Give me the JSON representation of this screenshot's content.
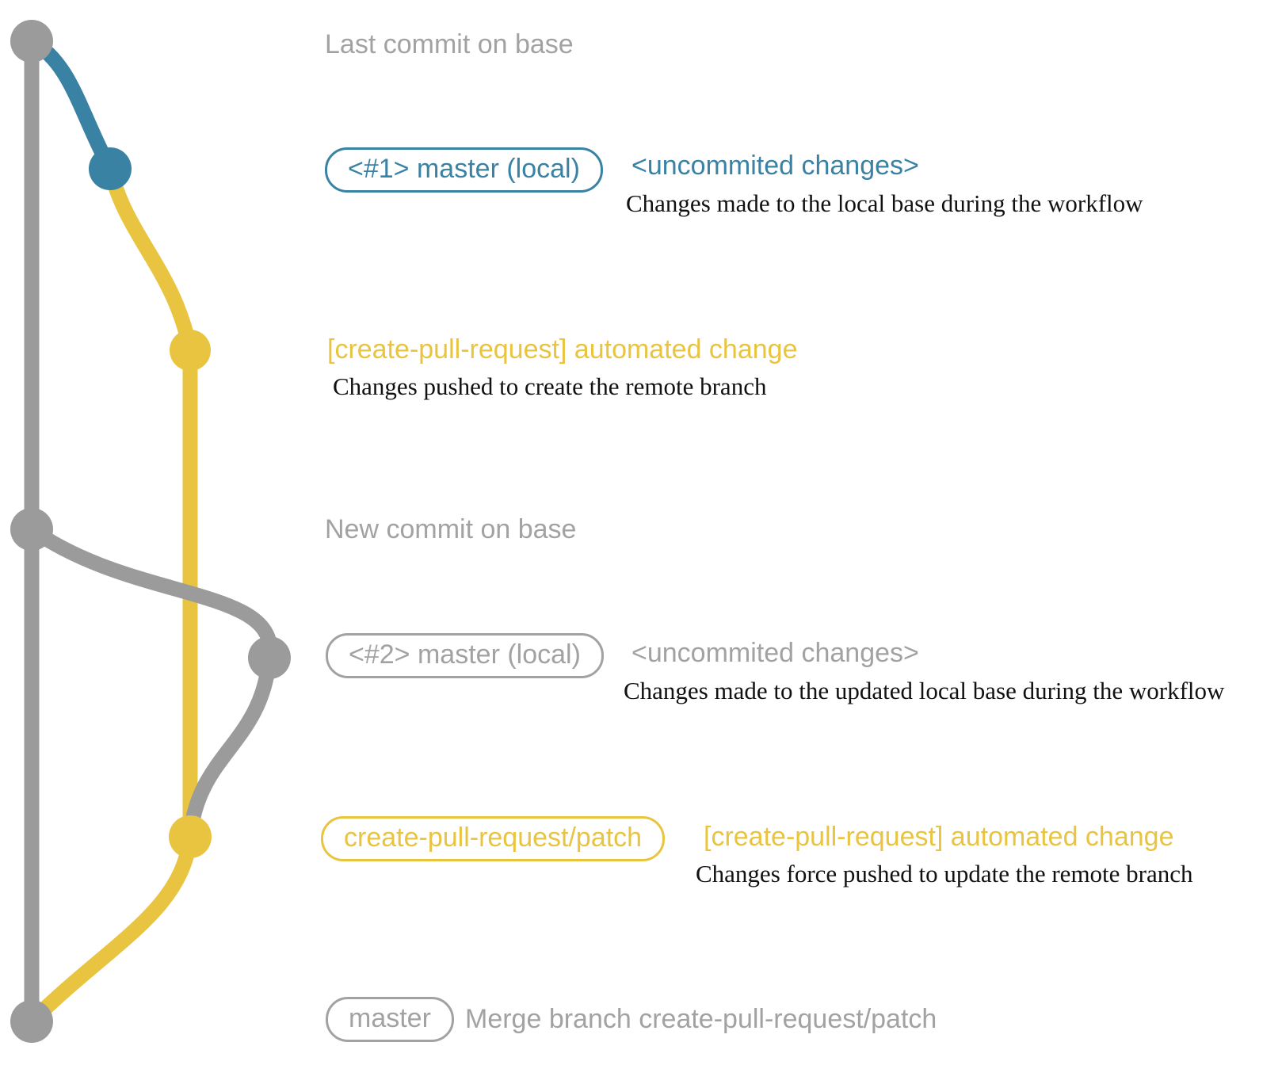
{
  "colors": {
    "gray": "#9b9b9b",
    "blue": "#3a82a4",
    "yellow": "#e9c440",
    "label_gray": "#a2a2a2",
    "note_black": "#111111"
  },
  "rows": {
    "row1": {
      "label": "Last commit on base"
    },
    "row2": {
      "badge": "<#1> master (local)",
      "side": "<uncommited changes>",
      "note": "Changes made to the local base during the workflow"
    },
    "row3": {
      "side": "[create-pull-request] automated change",
      "note": "Changes pushed to create the remote branch"
    },
    "row4": {
      "label": "New commit on base"
    },
    "row5": {
      "badge": "<#2> master (local)",
      "side": "<uncommited changes>",
      "note": "Changes made to the updated local base during the workflow"
    },
    "row6": {
      "badge": "create-pull-request/patch",
      "side": "[create-pull-request] automated change",
      "note": "Changes force pushed to update the remote branch"
    },
    "row7": {
      "badge": "master",
      "side": "Merge branch create-pull-request/patch"
    }
  }
}
